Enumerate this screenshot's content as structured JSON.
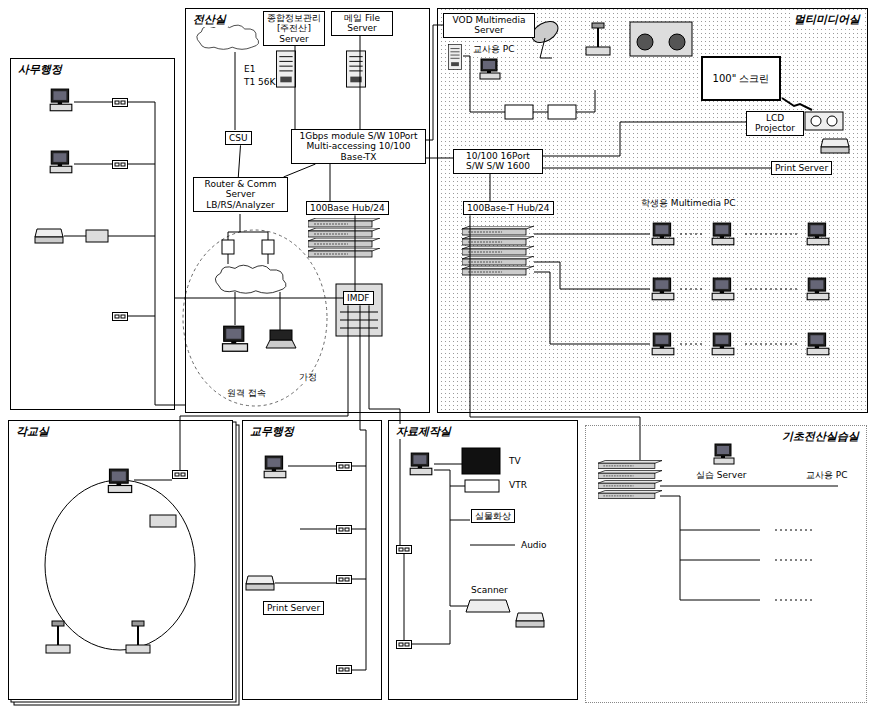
{
  "diagram": {
    "nodes": [
      {
        "text": [
          "사무행정"
        ]
      },
      {
        "text": [
          "전산실"
        ]
      },
      {
        "text": [
          "멀티미디어실"
        ]
      },
      {
        "text": [
          "각교실"
        ]
      },
      {
        "text": [
          "교무행정"
        ]
      },
      {
        "text": [
          "자료제작실"
        ]
      },
      {
        "text": [
          "기초전산실습실"
        ]
      },
      {
        "text": [
          "종합정보관리 [주전산] Server"
        ],
        "in": 1
      },
      {
        "text": [
          "메일 File Server"
        ],
        "in": 1
      },
      {
        "text": [
          "CSU"
        ],
        "in": 1
      },
      {
        "text": [
          "Router & Comm Server LB/RS/Analyzer"
        ],
        "in": 1
      },
      {
        "text": [
          "1Gbps module S/W 10Port Multi-accessing 10/100 Base-TX"
        ],
        "in": 1
      },
      {
        "text": [
          "100Base Hub/24"
        ],
        "in": 1
      },
      {
        "text": [
          "IMDF"
        ],
        "in": 1
      },
      {
        "text": [
          "VOD Multimedia Server"
        ],
        "in": 2
      },
      {
        "text": [
          "10/100 16Port S/W S/W 1600"
        ],
        "in": 2
      },
      {
        "text": [
          "100Base-T Hub/24"
        ],
        "in": 2
      },
      {
        "text": [
          "LCD Projector"
        ],
        "in": 2
      },
      {
        "text": [
          "Print Server"
        ],
        "in": 2
      },
      {
        "text": [
          "100\" 스크린"
        ],
        "in": 2
      },
      {
        "text": [
          "Print Server"
        ],
        "in": 4
      },
      {
        "text": [
          "실물화상"
        ],
        "in": 5
      }
    ],
    "edges": [
      {
        "from": 9,
        "to": 10,
        "arrow": "none"
      },
      {
        "from": 10,
        "to": 11,
        "arrow": "none"
      },
      {
        "from": 7,
        "to": 11,
        "arrow": "none"
      },
      {
        "from": 8,
        "to": 11,
        "arrow": "none"
      },
      {
        "from": 11,
        "to": 12,
        "arrow": "none"
      },
      {
        "from": 12,
        "to": 13,
        "arrow": "none"
      },
      {
        "from": 11,
        "to": 14,
        "arrow": "none"
      },
      {
        "from": 11,
        "to": 15,
        "arrow": "none"
      },
      {
        "from": 15,
        "to": 16,
        "arrow": "none"
      },
      {
        "from": 15,
        "to": 17,
        "arrow": "none"
      },
      {
        "from": 15,
        "to": 18,
        "arrow": "none"
      },
      {
        "from": 13,
        "to": 0,
        "arrow": "none"
      },
      {
        "from": 13,
        "to": 3,
        "arrow": "none"
      },
      {
        "from": 13,
        "to": 4,
        "arrow": "none"
      },
      {
        "from": 13,
        "to": 5,
        "arrow": "none"
      },
      {
        "from": 16,
        "to": 6,
        "arrow": "none"
      }
    ],
    "labels": [
      "E1",
      "T1 56K",
      "원격 접속",
      "가정",
      "교사용 PC",
      "학생용 Multimedia PC",
      "TV",
      "VTR",
      "Audio",
      "Scanner",
      "실습 Server",
      "교사용 PC"
    ]
  }
}
